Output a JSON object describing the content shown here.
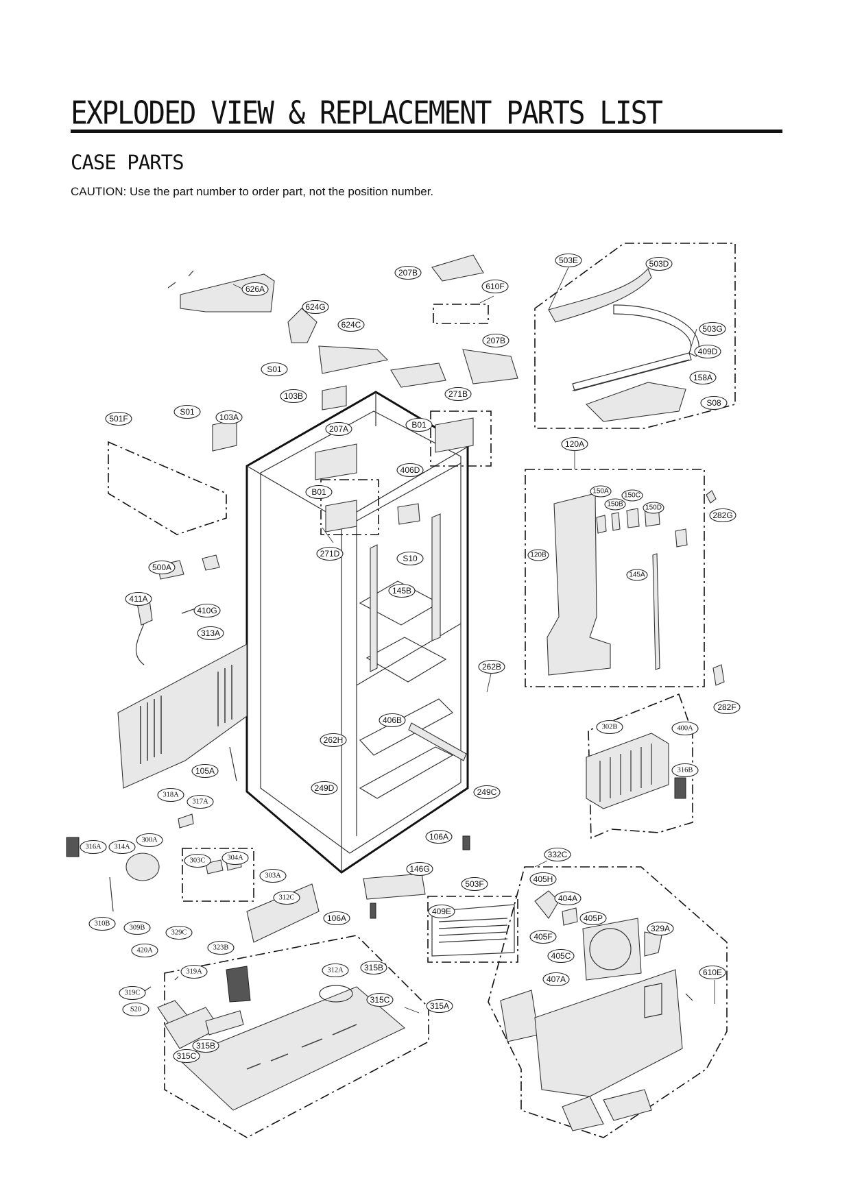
{
  "page": {
    "title": "EXPLODED VIEW & REPLACEMENT PARTS LIST",
    "subtitle": "CASE PARTS",
    "caution": "CAUTION: Use the part number to order part, not the position number."
  },
  "callouts": [
    "626A",
    "624G",
    "624C",
    "207B",
    "610F",
    "207B",
    "503E",
    "503D",
    "503G",
    "409D",
    "158A",
    "S08",
    "S01",
    "103B",
    "271B",
    "B01",
    "207A",
    "406D",
    "S01",
    "103A",
    "501F",
    "B01",
    "271D",
    "S10",
    "120A",
    "150A",
    "150C",
    "150B",
    "150D",
    "282G",
    "120B",
    "145A",
    "500A",
    "411A",
    "410G",
    "313A",
    "145B",
    "262B",
    "282F",
    "406B",
    "302B",
    "400A",
    "262H",
    "105A",
    "249D",
    "249C",
    "316B",
    "318A",
    "317A",
    "106A",
    "316A",
    "314A",
    "300A",
    "303C",
    "304A",
    "303A",
    "332C",
    "146G",
    "503F",
    "405H",
    "404A",
    "312C",
    "106A",
    "409E",
    "405P",
    "329A",
    "405F",
    "405C",
    "310B",
    "309B",
    "329C",
    "420A",
    "323B",
    "319A",
    "312A",
    "315B",
    "610E",
    "407A",
    "315C",
    "315A",
    "319C",
    "S20",
    "315B",
    "315C"
  ]
}
